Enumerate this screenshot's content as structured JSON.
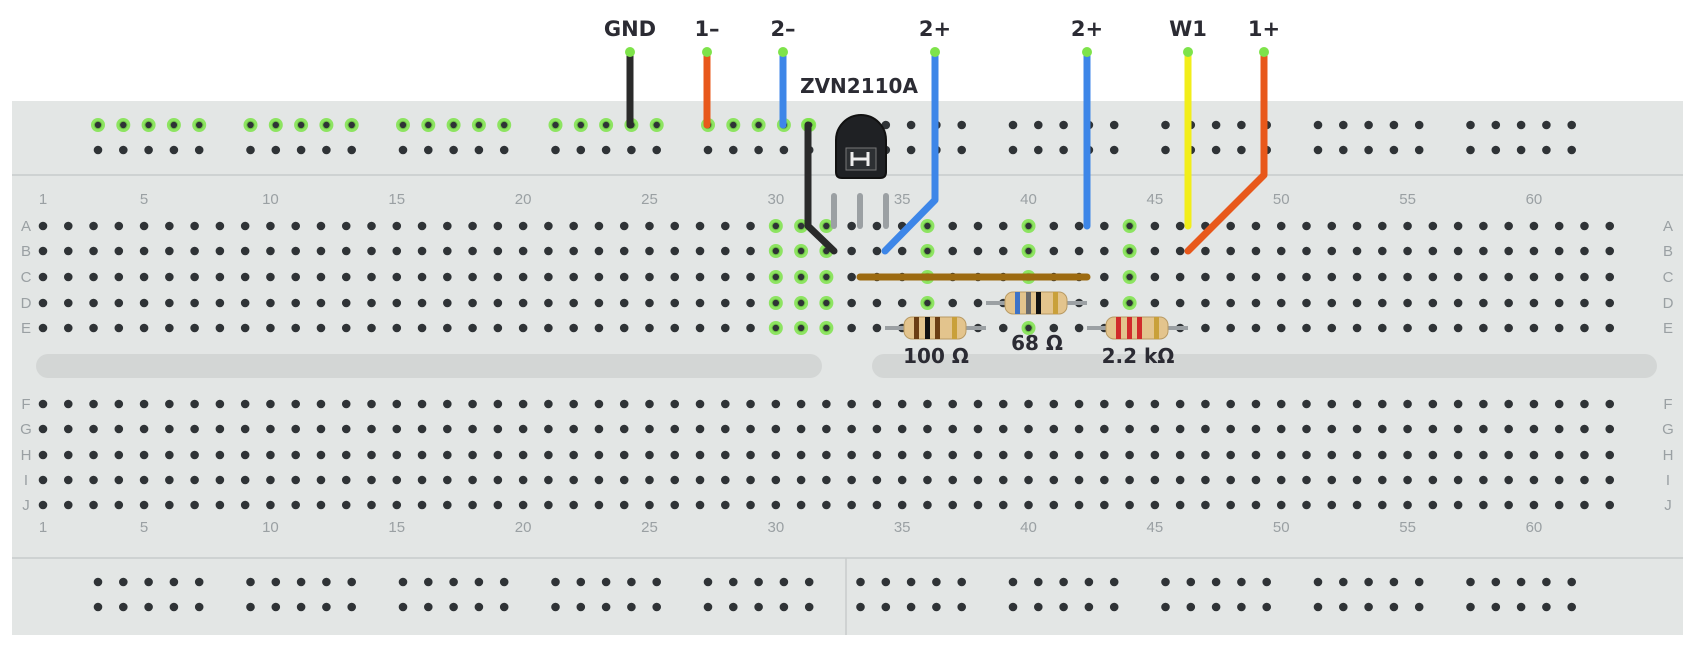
{
  "wire_labels": {
    "gnd": "GND",
    "one_minus": "1–",
    "two_minus": "2–",
    "two_plus_a": "2+",
    "two_plus_b": "2+",
    "w1": "W1",
    "one_plus": "1+"
  },
  "transistor_label": "ZVN2110A",
  "resistors": {
    "r100": "100 Ω",
    "r68": "68 Ω",
    "r2k2": "2.2 kΩ"
  },
  "column_numbers": [
    "1",
    "5",
    "10",
    "15",
    "20",
    "25",
    "30",
    "35",
    "40",
    "45",
    "50",
    "55",
    "60"
  ],
  "row_letters_top": [
    "A",
    "B",
    "C",
    "D",
    "E"
  ],
  "row_letters_bottom": [
    "F",
    "G",
    "H",
    "I",
    "J"
  ],
  "colors": {
    "board": "#e3e6e5",
    "hole": "#2f3336",
    "highlight": "#7ee34a",
    "wire_black": "#2a2a2a",
    "wire_orange": "#e8581b",
    "wire_blue": "#3d86e8",
    "wire_yellow": "#f2ee1a",
    "wire_brown": "#9c6a10"
  }
}
